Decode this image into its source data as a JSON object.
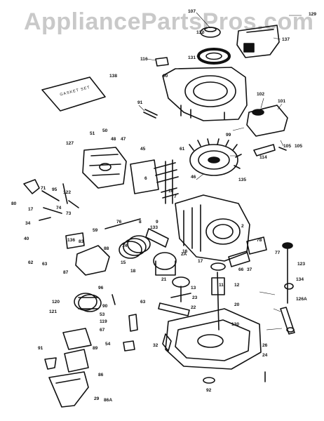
{
  "watermark": "AppliancePartsPros.com",
  "gasket_set_label": "GASKET SET",
  "callouts": [
    "107",
    "129",
    "132",
    "137",
    "116",
    "131",
    "138",
    "90",
    "102",
    "101",
    "91",
    "105",
    "99",
    "61",
    "127",
    "51",
    "50",
    "48",
    "47",
    "114",
    "45",
    "46",
    "135",
    "122",
    "80",
    "71",
    "95",
    "74",
    "17",
    "73",
    "34",
    "59",
    "40",
    "83",
    "136",
    "62",
    "63",
    "88",
    "87",
    "76",
    "133",
    "15",
    "14",
    "18",
    "16",
    "21",
    "13",
    "22",
    "23",
    "10",
    "8",
    "9",
    "2",
    "37",
    "66",
    "78",
    "77",
    "123",
    "134",
    "12",
    "126A",
    "120",
    "121",
    "96",
    "90",
    "119",
    "63",
    "53",
    "20",
    "130",
    "67",
    "54",
    "89",
    "32",
    "91",
    "86",
    "29",
    "24",
    "26",
    "92",
    "86A",
    "2A",
    "17",
    "6",
    "7",
    "11",
    "105"
  ]
}
